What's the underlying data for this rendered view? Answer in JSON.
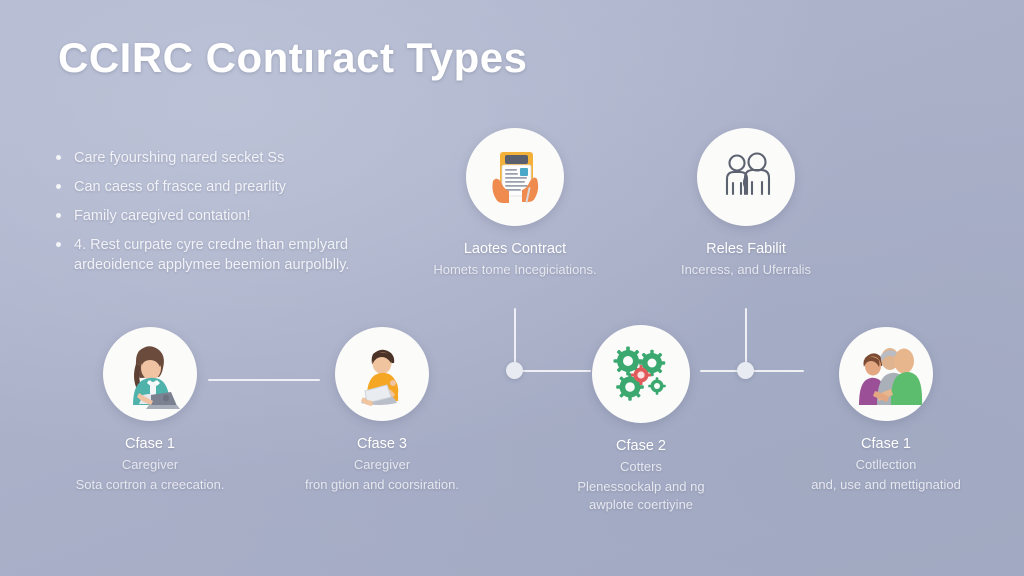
{
  "title": "CCIRC Contıract Types",
  "bullets": [
    "Care fyourshing nared secket Ss",
    "Can caess of frasce and prearlity",
    "Family caregived contation!",
    "4. Rest curpate cyre credne than emplyard ardeoidence applymee beemion aurpolblly."
  ],
  "top_nodes": [
    {
      "icon": "contract-document-icon",
      "title": "Laotes Contract",
      "subtitle": "Homets tome Incegiciations."
    },
    {
      "icon": "two-people-icon",
      "title": "Reles Fabilit",
      "subtitle": "Inceress, and Uferralis"
    }
  ],
  "bottom_nodes": [
    {
      "icon": "woman-laptop-icon",
      "title": "Cfase 1",
      "subtitle1": "Caregiver",
      "subtitle2": "Sota cortron a creecation."
    },
    {
      "icon": "man-reading-document-icon",
      "title": "Cfase 3",
      "subtitle1": "Caregiver",
      "subtitle2": "fron gtion and coorsiration."
    },
    {
      "icon": "gears-icon",
      "title": "Cfase 2",
      "subtitle1": "Cotters",
      "subtitle2": "Plenessockalp and ng awplote coertiyine"
    },
    {
      "icon": "family-group-icon",
      "title": "Cfase 1",
      "subtitle1": "Cotllection",
      "subtitle2": "and, use and mettignatiod"
    }
  ],
  "colors": {
    "background": "#aab0c8",
    "text_primary": "#ffffff",
    "text_secondary": "#e6e8f0",
    "circle_fill": "#fbfbfa",
    "connector": "#eef0f5",
    "icon_orange": "#f5a623",
    "icon_teal": "#4fb3ac",
    "icon_green": "#3aa86f",
    "icon_red": "#e05c5c",
    "icon_purple": "#9b4f96"
  }
}
